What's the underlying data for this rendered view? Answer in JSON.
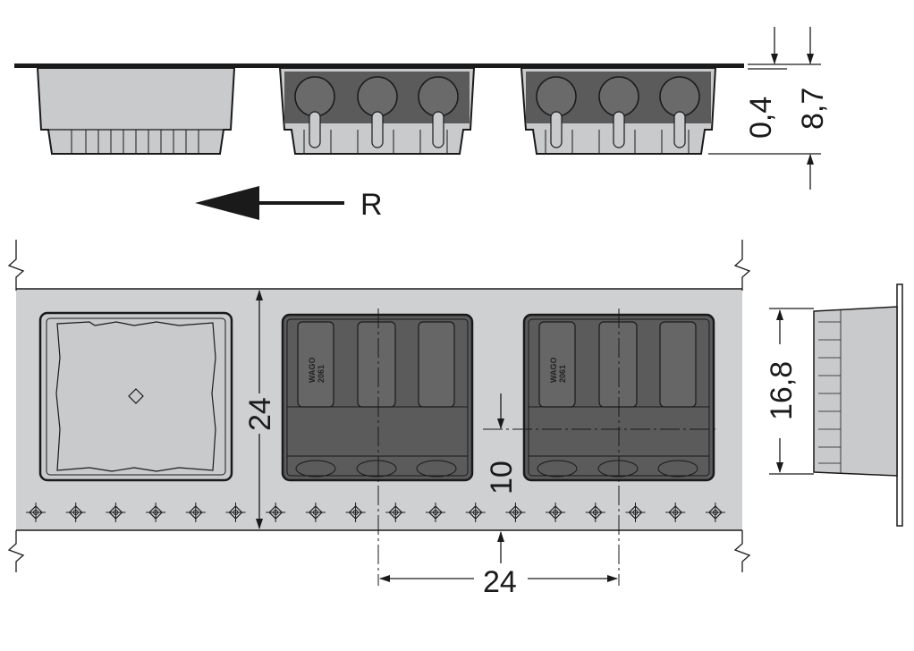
{
  "drawing": {
    "direction_label": "R",
    "dimensions": {
      "tape_thickness": "0,4",
      "total_height": "8,7",
      "pocket_width": "24",
      "pitch": "24",
      "sprocket_offset": "10",
      "side_height": "16,8"
    },
    "component_marking": {
      "brand": "WAGO",
      "part": "2061"
    },
    "sprocket_hole_count": 18,
    "colors": {
      "tape": "#cfd0d2",
      "component": "#5b5b5b",
      "line": "#1a1a1a"
    }
  }
}
